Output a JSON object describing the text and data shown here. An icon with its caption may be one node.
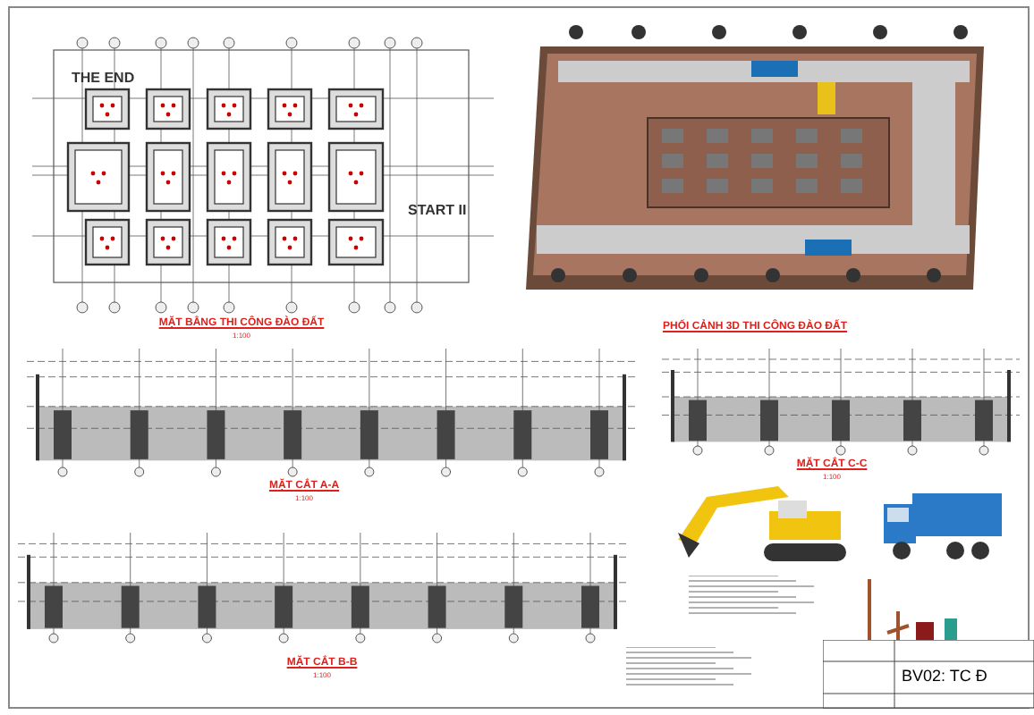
{
  "diagram": {
    "labels": [
      "THE END",
      "START II",
      "MẶT BẰNG THI CÔNG ĐÀO ĐẤT",
      "1:100",
      "PHỐI CẢNH 3D THI CÔNG ĐÀO ĐẤT",
      "MẶT CẮT A-A",
      "1:100",
      "MẶT CẮT C-C",
      "1:100",
      "MẶT CẮT B-B",
      "1:100",
      "BV02: TC Đ"
    ]
  }
}
